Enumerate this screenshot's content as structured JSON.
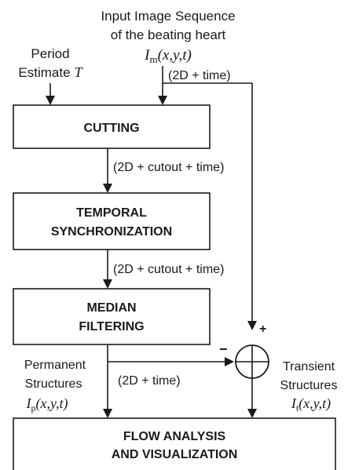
{
  "input": {
    "line1": "Input Image Sequence",
    "line2": "of the beating heart",
    "symbol": "I",
    "sub": "m",
    "args": "(x,y,t)"
  },
  "period": {
    "line1": "Period",
    "line2": "Estimate",
    "symbol": "T"
  },
  "boxes": {
    "cutting": "CUTTING",
    "temporal_1": "TEMPORAL",
    "temporal_2": "SYNCHRONIZATION",
    "median_1": "MEDIAN",
    "median_2": "FILTERING",
    "flow_1": "FLOW ANALYSIS",
    "flow_2": "AND VISUALIZATION"
  },
  "labels": {
    "input_dims": "(2D + time)",
    "cut_dims_1": "(2D + cutout + time)",
    "cut_dims_2": "(2D + cutout + time)",
    "perm_dims": "(2D + time)"
  },
  "permanent": {
    "line1": "Permanent",
    "line2": "Structures",
    "symbol": "I",
    "sub": "p",
    "args": "(x,y,t)"
  },
  "transient": {
    "line1": "Transient",
    "line2": "Structures",
    "symbol": "I",
    "sub": "t",
    "args": "(x,y,t)"
  },
  "signs": {
    "plus": "+",
    "minus": "−"
  }
}
